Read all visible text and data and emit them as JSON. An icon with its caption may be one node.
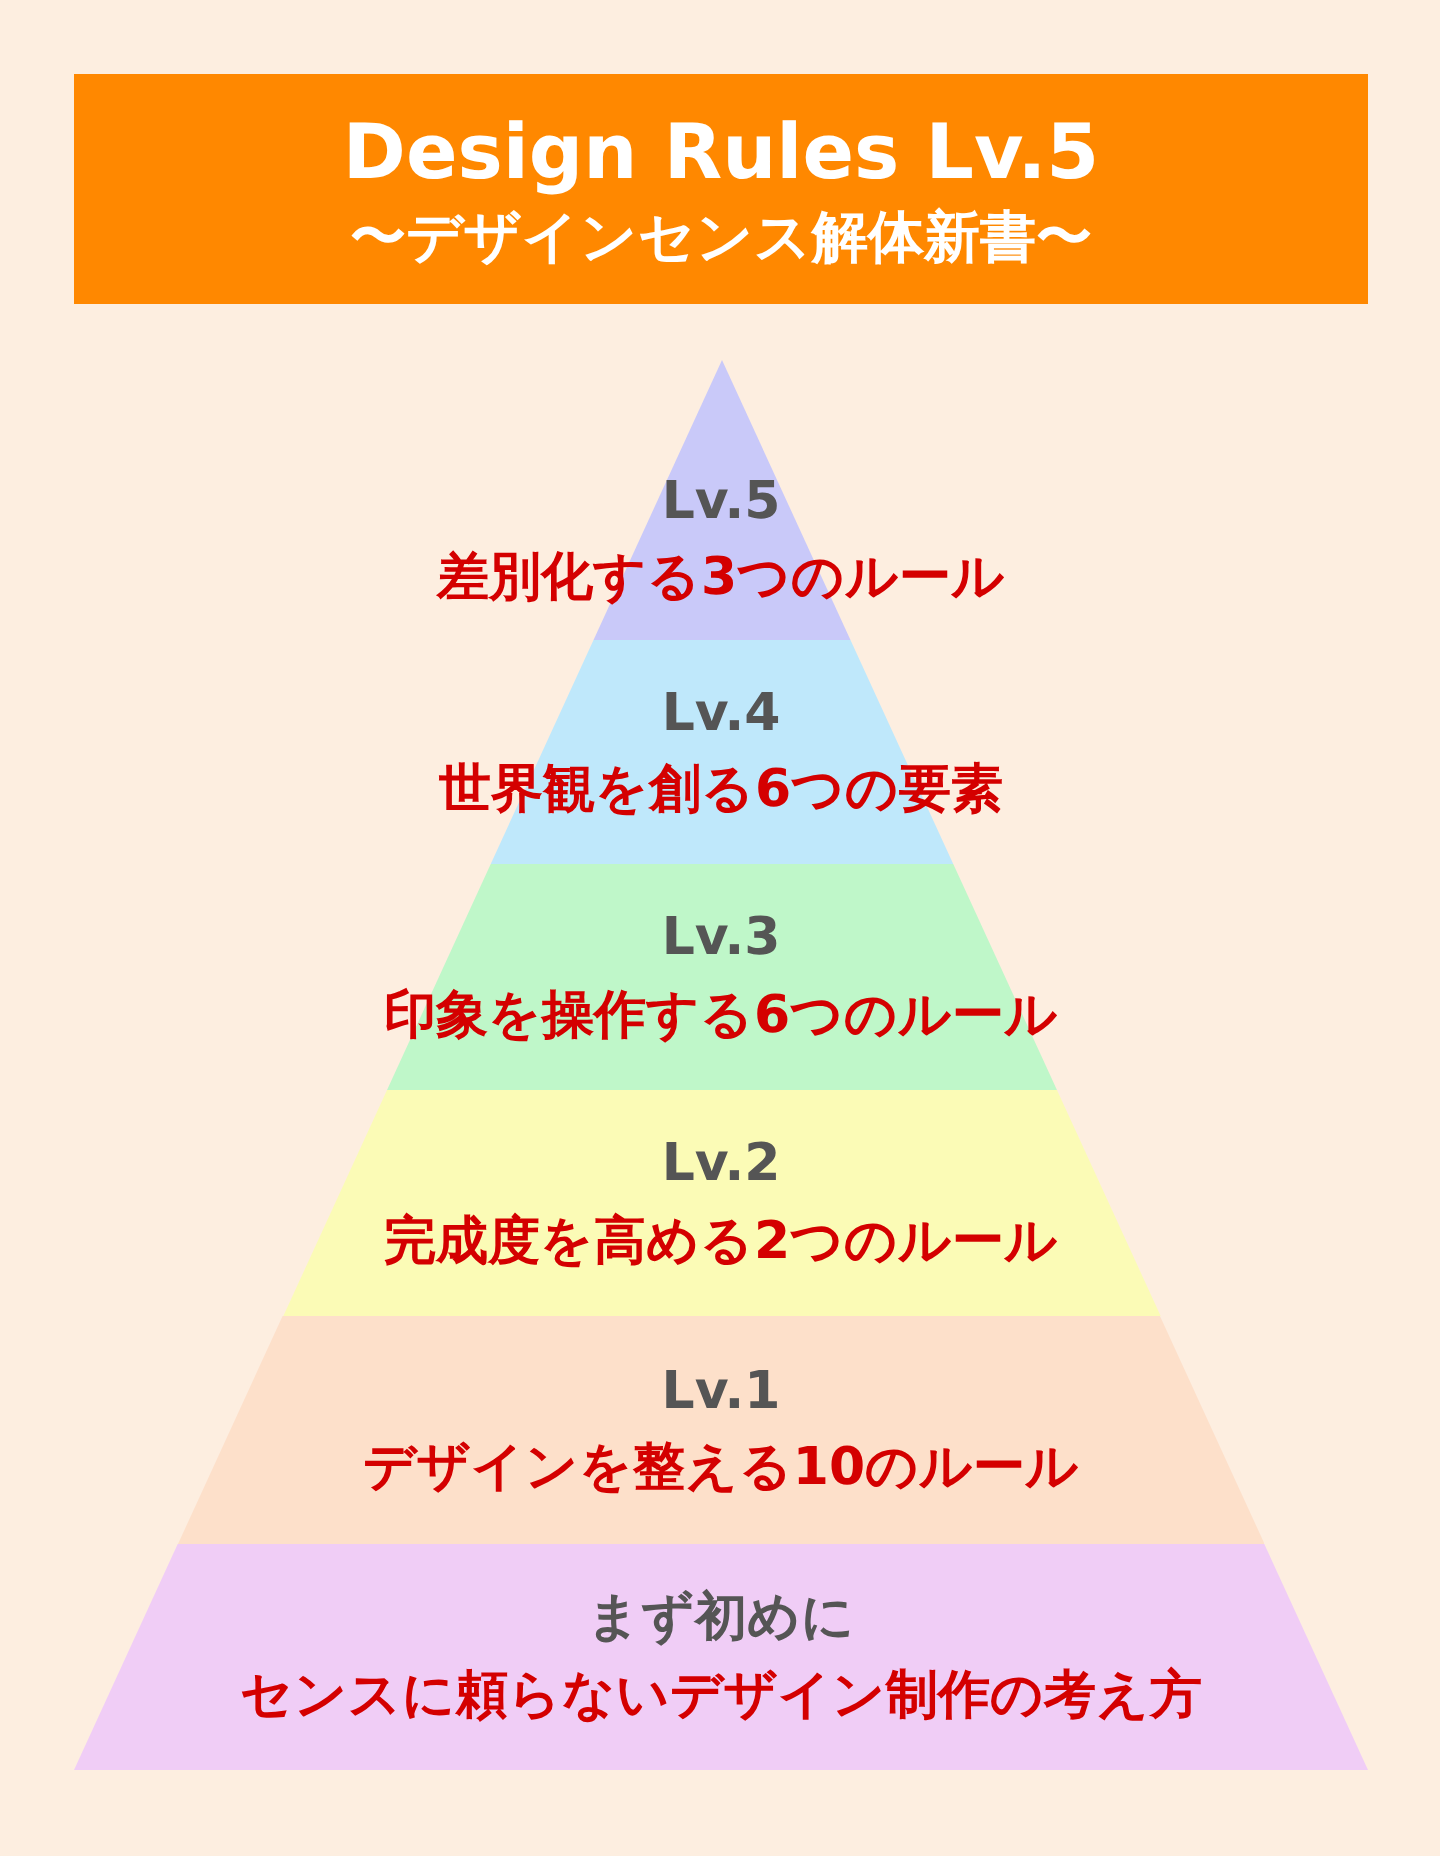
{
  "diagram": {
    "nodes": [
      {
        "text": [
          "Design Rules Lv.5",
          "〜デザインセンス解体新書〜"
        ]
      },
      {
        "text": [
          "Lv.5",
          "差別化する3つのルール"
        ]
      },
      {
        "text": [
          "Lv.4",
          "世界観を創る6つの要素"
        ]
      },
      {
        "text": [
          "Lv.3",
          "印象を操作する6つのルール"
        ]
      },
      {
        "text": [
          "Lv.2",
          "完成度を高める2つのルール"
        ]
      },
      {
        "text": [
          "Lv.1",
          "デザインを整える10のルール"
        ]
      },
      {
        "text": [
          "まず初めに",
          "センスに頼らないデザイン制作の考え方"
        ]
      }
    ]
  }
}
